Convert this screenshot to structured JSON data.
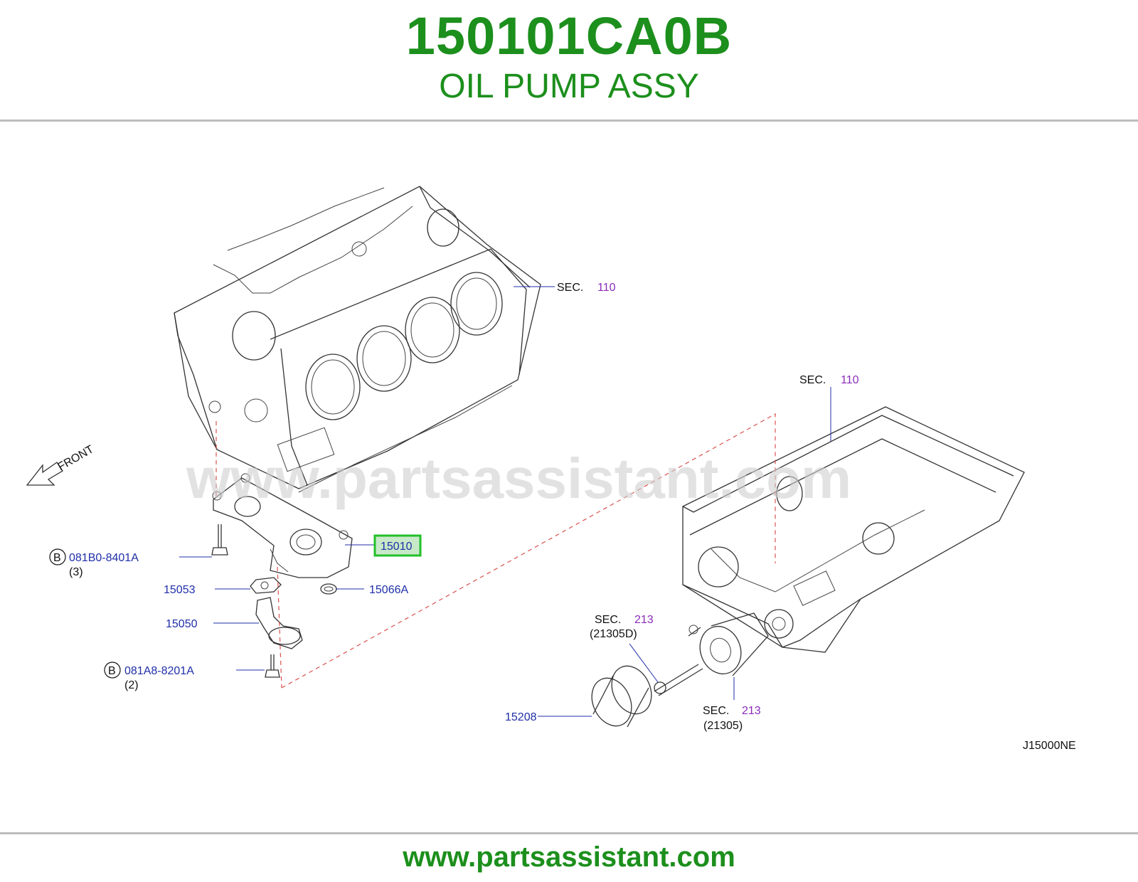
{
  "header": {
    "part_number": "150101CA0B",
    "part_name": "OIL PUMP ASSY"
  },
  "footer": {
    "website": "www.partsassistant.com"
  },
  "watermark": "www.partsassistant.com",
  "diagram": {
    "code": "J15000NE",
    "front_label": "FRONT",
    "section_prefix": "SEC.",
    "labels": {
      "sec_110_block": "110",
      "sec_110_pan": "110",
      "sec_213_a": "213",
      "sec_213_a_sub": "(21305D)",
      "sec_213_b": "213",
      "sec_213_b_sub": "(21305)",
      "bolt_b1_circle": "B",
      "bolt_b1": "081B0-8401A",
      "bolt_b1_qty": "(3)",
      "bolt_b2_circle": "B",
      "bolt_b2": "081A8-8201A",
      "bolt_b2_qty": "(2)",
      "part_15010": "15010",
      "part_15053": "15053",
      "part_15066A": "15066A",
      "part_15050": "15050",
      "part_15208": "15208"
    }
  },
  "colors": {
    "brand_green": "#1c8f1c",
    "part_blue": "#1f2fa8",
    "section_purple": "#8a2bb8",
    "highlight_green": "#22c02a",
    "highlight_fill": "#c8e9c8"
  }
}
